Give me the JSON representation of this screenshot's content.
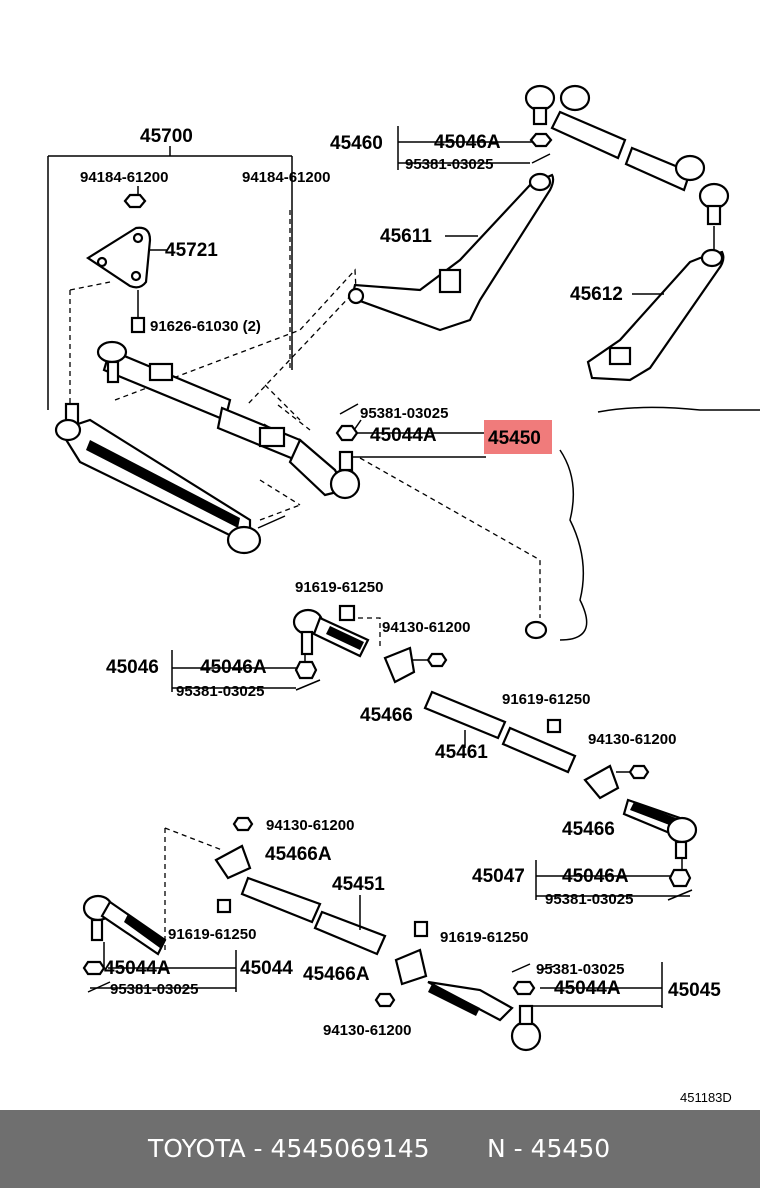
{
  "diagram": {
    "labels": {
      "p45700": "45700",
      "p94184_left": "94184-61200",
      "p94184_right": "94184-61200",
      "p45721": "45721",
      "p91626": "91626-61030 (2)",
      "p45460": "45460",
      "p45046A_top": "45046A",
      "p95381_top": "95381-03025",
      "p45611": "45611",
      "p45612": "45612",
      "p95381_mid": "95381-03025",
      "p45044A_mid": "45044A",
      "p45450": "45450",
      "p91619_a": "91619-61250",
      "p94130_a": "94130-61200",
      "p45046": "45046",
      "p45046A_mid": "45046A",
      "p95381_left": "95381-03025",
      "p45466_a": "45466",
      "p45461": "45461",
      "p91619_b": "91619-61250",
      "p94130_b": "94130-61200",
      "p45466_b": "45466",
      "p45047": "45047",
      "p45046A_right": "45046A",
      "p95381_right": "95381-03025",
      "p94130_c": "94130-61200",
      "p45466A_a": "45466A",
      "p45451": "45451",
      "p91619_c": "91619-61250",
      "p91619_d": "91619-61250",
      "p45044A_left": "45044A",
      "p45044": "45044",
      "p95381_bottomleft": "95381-03025",
      "p45466A_b": "45466A",
      "p95381_bottomright": "95381-03025",
      "p45044A_right": "45044A",
      "p45045": "45045",
      "p94130_d": "94130-61200",
      "ref_code": "451183D"
    },
    "highlight_color": "#f07b7b"
  },
  "footer": {
    "brand_part": "TOYOTA - 4545069145",
    "ref_part": "N - 45450"
  }
}
